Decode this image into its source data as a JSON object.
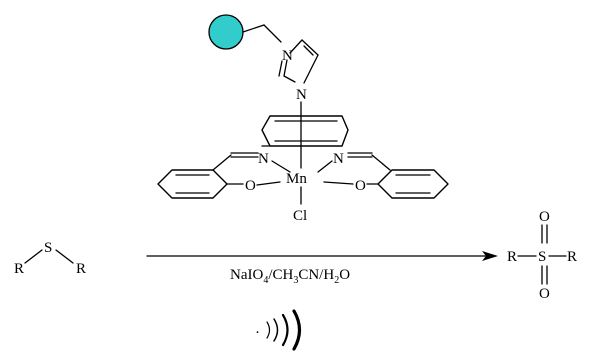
{
  "catalyst": {
    "support_color": "#33cccc",
    "atoms": {
      "imidazole_n1": "N",
      "imidazole_n2": "N",
      "imine_left_n": "N",
      "imine_right_n": "N",
      "metal": "Mn",
      "phenoxide_left_o": "O",
      "phenoxide_right_o": "O",
      "axial_ligand": "Cl"
    }
  },
  "reactant": {
    "substituent_left": "R",
    "heteroatom": "S",
    "substituent_right": "R"
  },
  "product": {
    "substituent_left": "R",
    "heteroatom": "S",
    "substituent_right": "R",
    "oxo_top": "O",
    "oxo_bottom": "O"
  },
  "conditions": {
    "part1": "NaIO",
    "sub1": "4",
    "part2": "/CH",
    "sub2": "3",
    "part3": "CN/H",
    "sub3": "2",
    "part4": "O"
  },
  "ultrasound": {
    "dot": "·",
    "icon": "ultrasound-waves-icon"
  }
}
